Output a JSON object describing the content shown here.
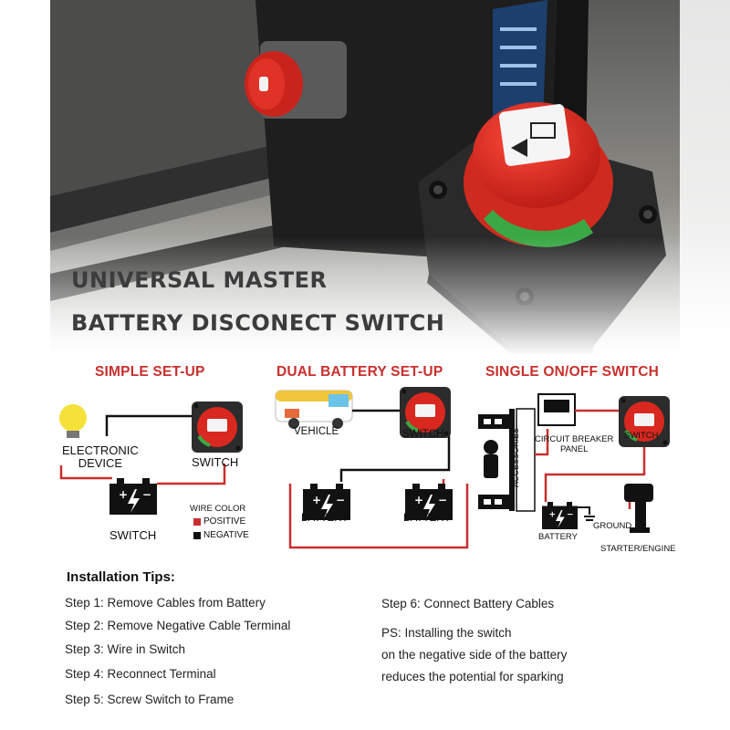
{
  "hero": {
    "title_line1": "UNIVERSAL MASTER",
    "title_line2": "BATTERY DISCONECT SWITCH"
  },
  "colors": {
    "positive": "#c8302e",
    "negative": "#111111",
    "title_red": "#c8302e",
    "switch_red": "#d8281f",
    "switch_body": "#2c2c2c",
    "on_green": "#3aa845"
  },
  "diagrams": {
    "simple": {
      "title": "SIMPLE SET-UP",
      "electronic_device": "ELECTRONIC\nDEVICE",
      "switch_label": "SWITCH",
      "battery_label": "SWITCH",
      "legend_title": "WIRE COLOR",
      "legend_positive": "POSITIVE",
      "legend_negative": "NEGATIVE"
    },
    "dual": {
      "title": "DUAL BATTERY SET-UP",
      "vehicle_label": "VEHICLE",
      "switch_label": "SWITCH",
      "battery1_label": "BATTERY",
      "battery2_label": "BATTERY"
    },
    "single": {
      "title": "SINGLE ON/OFF SWITCH",
      "panel_label": "CIRCUIT BREAKER\nPANEL",
      "switch_label": "SWITCH",
      "accessories_label": "ACCESSORIES",
      "battery_label": "BATTERY",
      "ground_label": "GROUND",
      "engine_label": "STARTER/ENGINE"
    }
  },
  "tips": {
    "title": "Installation Tips:",
    "steps": [
      "Step 1: Remove Cables from Battery",
      "Step 2: Remove Negative Cable Terminal",
      "Step 3: Wire in Switch",
      "Step 4: Reconnect Terminal",
      "Step 5: Screw Switch to Frame",
      "Step 6: Connect Battery Cables"
    ],
    "ps_lines": [
      "PS: Installing the switch",
      "on the negative side of the battery",
      "reduces the potential for sparking"
    ]
  }
}
